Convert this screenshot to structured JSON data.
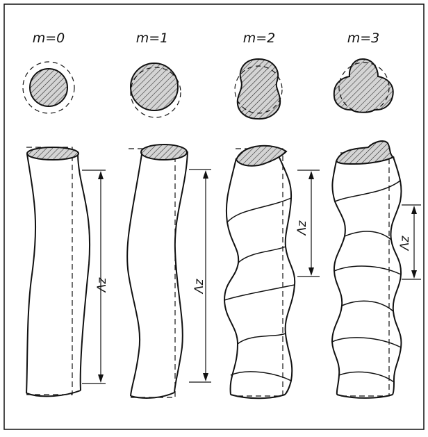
{
  "figure": {
    "mode_labels": [
      "m=0",
      "m=1",
      "m=2",
      "m=3"
    ],
    "wavelength_label": "Λz",
    "ink_color": "#111111",
    "hatch_color": "#222222",
    "shade_color": "#d4d4d4",
    "background": "#ffffff"
  }
}
